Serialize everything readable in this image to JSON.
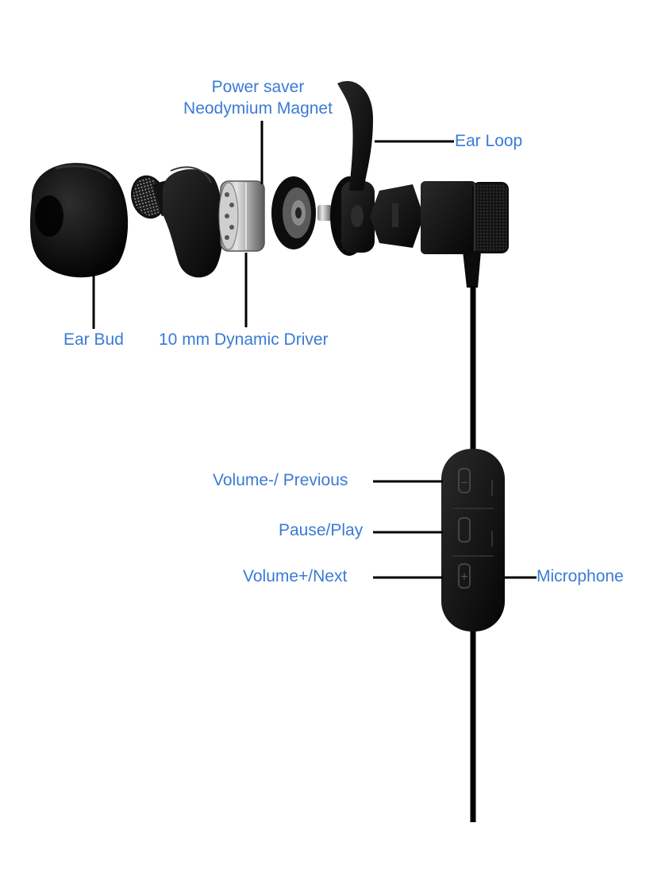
{
  "labels": {
    "power_saver": "Power saver",
    "neodymium_magnet": "Neodymium Magnet",
    "ear_loop": "Ear Loop",
    "ear_bud": "Ear Bud",
    "dynamic_driver": "10 mm Dynamic Driver",
    "volume_minus_previous": "Volume-/ Previous",
    "pause_play": "Pause/Play",
    "volume_plus_next": "Volume+/Next",
    "microphone": "Microphone"
  },
  "remote_buttons": {
    "minus_glyph": "–",
    "plus_glyph": "+"
  },
  "colors": {
    "label_text": "#3a7bd5",
    "leader_line": "#000000",
    "product_body": "#0b0b0b",
    "metal": "#b8b8b8"
  }
}
